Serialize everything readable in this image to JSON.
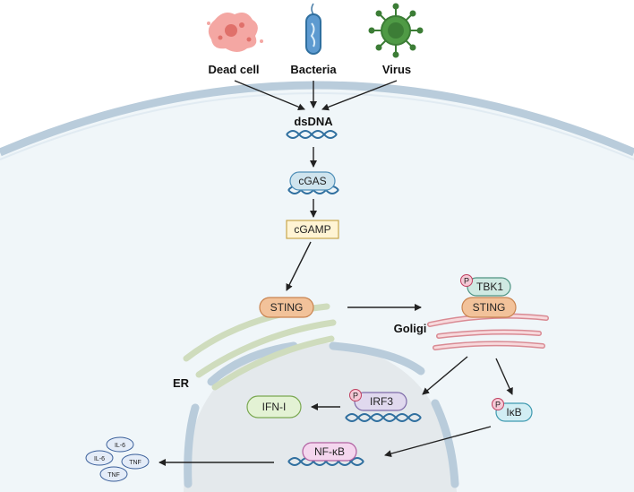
{
  "sources": {
    "dead_cell": "Dead cell",
    "bacteria": "Bacteria",
    "virus": "Virus"
  },
  "pathway": {
    "dsdna": "dsDNA",
    "cgas": "cGAS",
    "cgamp": "cGAMP",
    "sting_er": "STING",
    "sting_golgi": "STING",
    "tbk1": "TBK1",
    "phospho": "P",
    "irf3": "IRF3",
    "ikb": "IκB",
    "nfkb": "NF-κB",
    "ifn": "IFN-I"
  },
  "organelles": {
    "er": "ER",
    "golgi": "Goligi"
  },
  "cytokines": [
    "IL-6",
    "IL-6",
    "TNF",
    "TNF"
  ],
  "colors": {
    "cell_fill": "#f0f6f9",
    "membrane": "#b9ccdb",
    "nucleus_fill": "#e4e9ec",
    "sting": "#f2c29a",
    "tbk1": "#cfe9e2",
    "cgas": "#cfe4ee",
    "cgamp": "#fff4d4",
    "ifn": "#e3f2d4",
    "irf3": "#e0d9ee",
    "nfkb": "#f4d6ee",
    "ikb": "#d2eef4",
    "dna": "#2f6f9f",
    "golgi": "#f7d9dc",
    "er": "#cfdcbd",
    "phospho": "#f5c9d6"
  }
}
